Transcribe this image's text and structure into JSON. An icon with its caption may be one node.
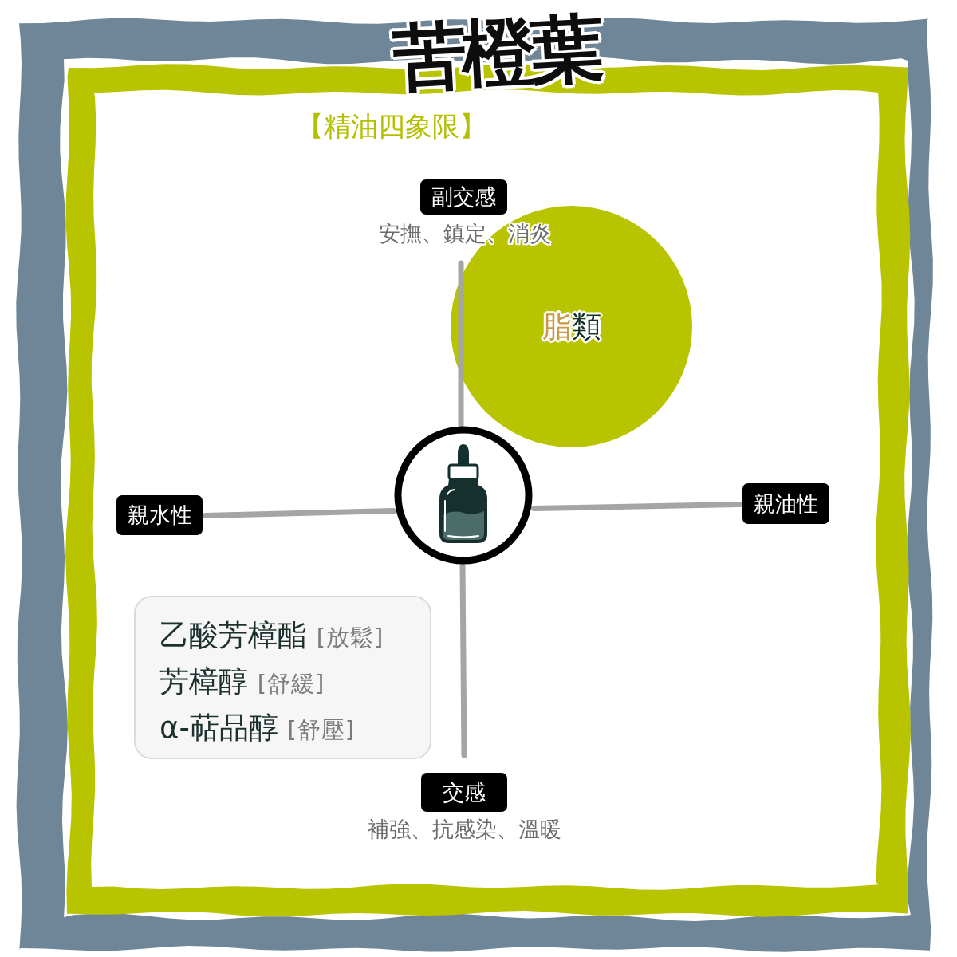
{
  "diagram": {
    "title": "苦橙葉",
    "nodes": [
      {
        "text": [
          "副交感"
        ],
        "beside": [
          "安撫、鎮定、消炎"
        ]
      },
      {
        "text": [
          "脂類"
        ]
      },
      {
        "text": [
          "親水性"
        ]
      },
      {
        "text": [
          "親油性"
        ]
      },
      {
        "text": [
          "乙酸芳樟酯 [放鬆]",
          "芳樟醇 [舒緩]",
          "α-萜品醇 [舒壓]"
        ]
      },
      {
        "text": [
          "交感"
        ],
        "beside": [
          "補強、抗感染、溫暖"
        ]
      }
    ],
    "labels": [
      "【精油四象限】"
    ]
  }
}
